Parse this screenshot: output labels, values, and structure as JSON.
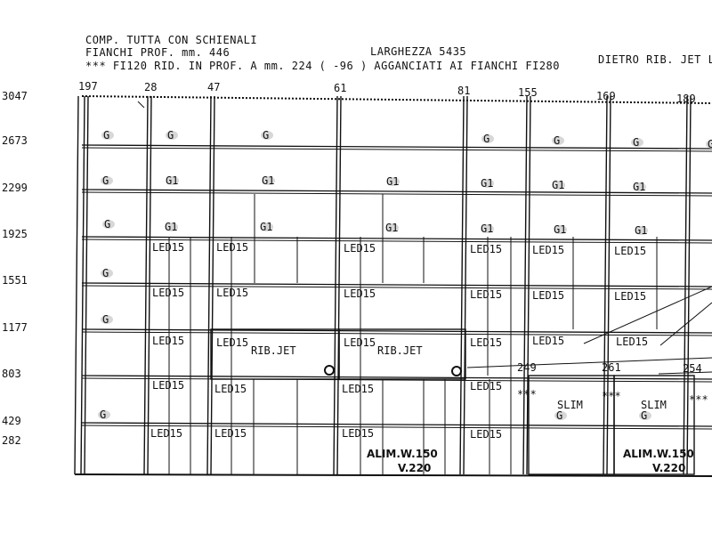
{
  "header": {
    "line1": "COMP. TUTTA CON SCHIENALI",
    "line2": "FIANCHI PROF. mm. 446",
    "line3": "*** FI120 RID. IN PROF. A mm. 224 ( -96 ) AGGANCIATI AI FIANCHI FI280",
    "width_label": "LARGHEZZA 5435",
    "right_label": "DIETRO RIB. JET LU"
  },
  "row_levels": [
    "3047",
    "2673",
    "2299",
    "1925",
    "1551",
    "1177",
    "803",
    "429",
    "282"
  ],
  "column_widths": [
    "197",
    "28",
    "47",
    "61",
    "81",
    "155",
    "169",
    "189"
  ],
  "inner_widths": [
    "249",
    "261",
    "254"
  ],
  "labels": {
    "g": "G",
    "g1": "G1",
    "led": "LED15",
    "rib": "RIB.JET",
    "slim": "SLIM",
    "stars": "***",
    "alim": "ALIM.W.150",
    "volt": "V.220"
  }
}
